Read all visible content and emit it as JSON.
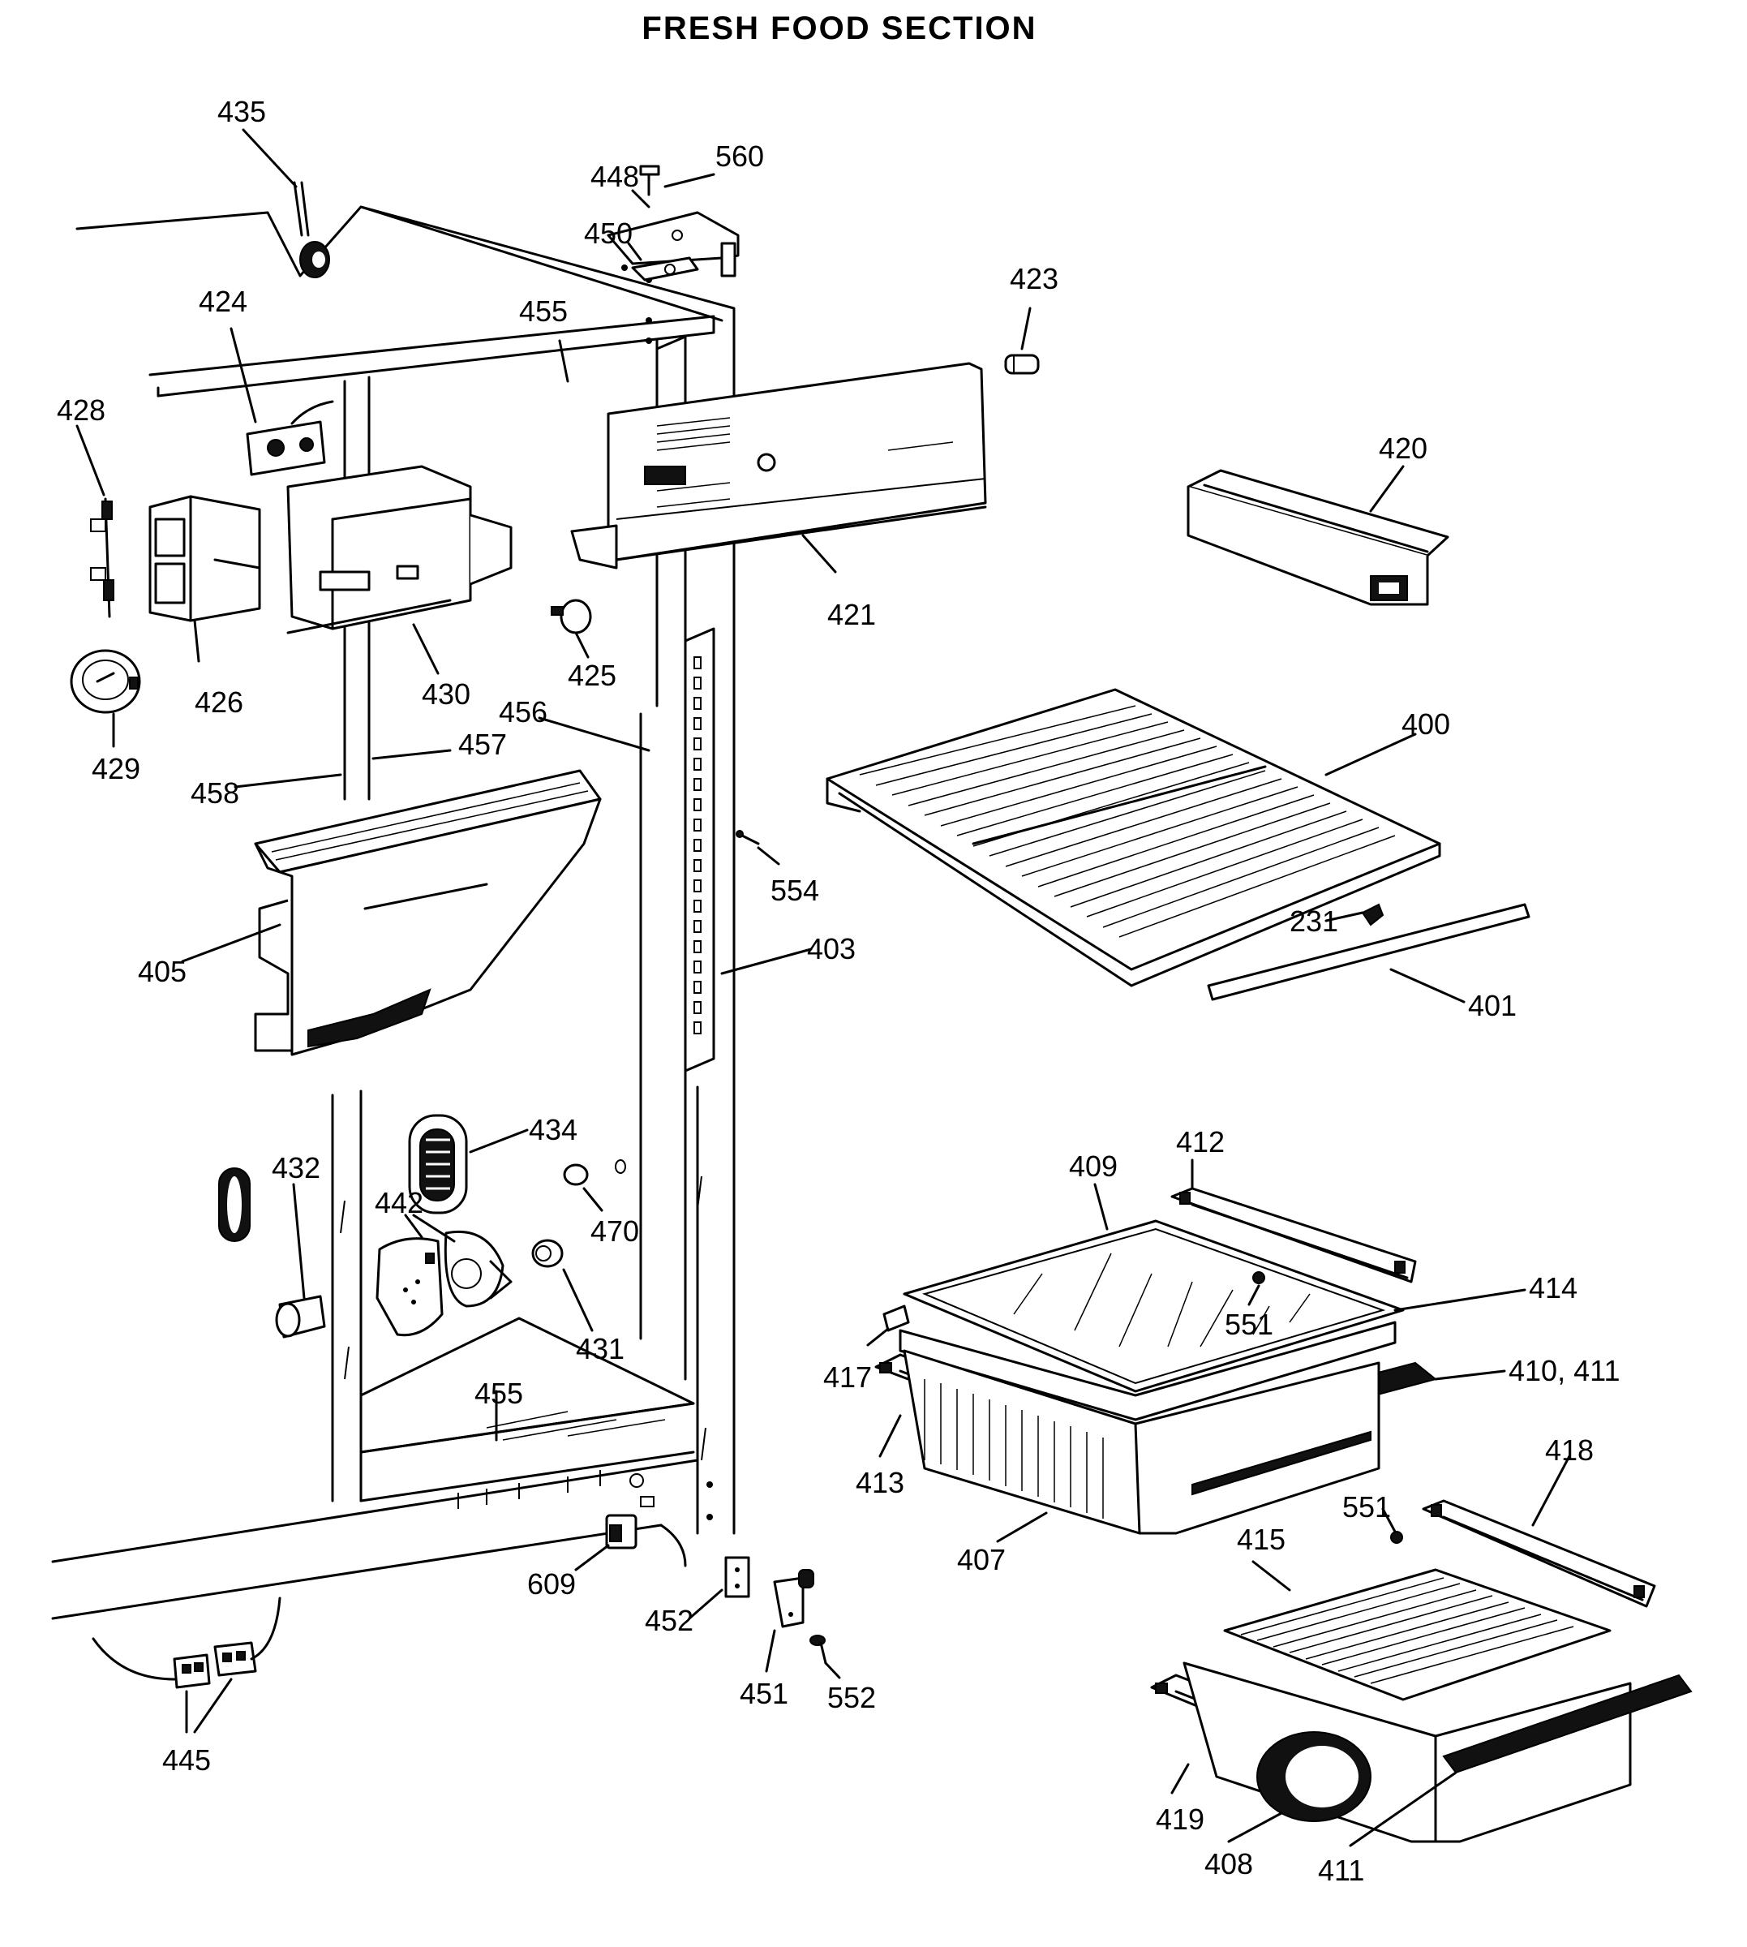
{
  "title": "FRESH FOOD SECTION",
  "labels": {
    "l435": "435",
    "l448": "448",
    "l560": "560",
    "l450": "450",
    "l423": "423",
    "l424": "424",
    "l455a": "455",
    "l428": "428",
    "l420": "420",
    "l421": "421",
    "l426": "426",
    "l430": "430",
    "l425": "425",
    "l429": "429",
    "l456": "456",
    "l457": "457",
    "l458": "458",
    "l400": "400",
    "l554": "554",
    "l405": "405",
    "l403": "403",
    "l231": "231",
    "l401": "401",
    "l434": "434",
    "l432": "432",
    "l412": "412",
    "l409": "409",
    "l442": "442",
    "l470": "470",
    "l414": "414",
    "l551a": "551",
    "l431": "431",
    "l417": "417",
    "l410_411": "410, 411",
    "l455b": "455",
    "l413": "413",
    "l418": "418",
    "l407": "407",
    "l551b": "551",
    "l415": "415",
    "l609": "609",
    "l452": "452",
    "l451": "451",
    "l552": "552",
    "l445": "445",
    "l419": "419",
    "l408": "408",
    "l411": "411"
  }
}
